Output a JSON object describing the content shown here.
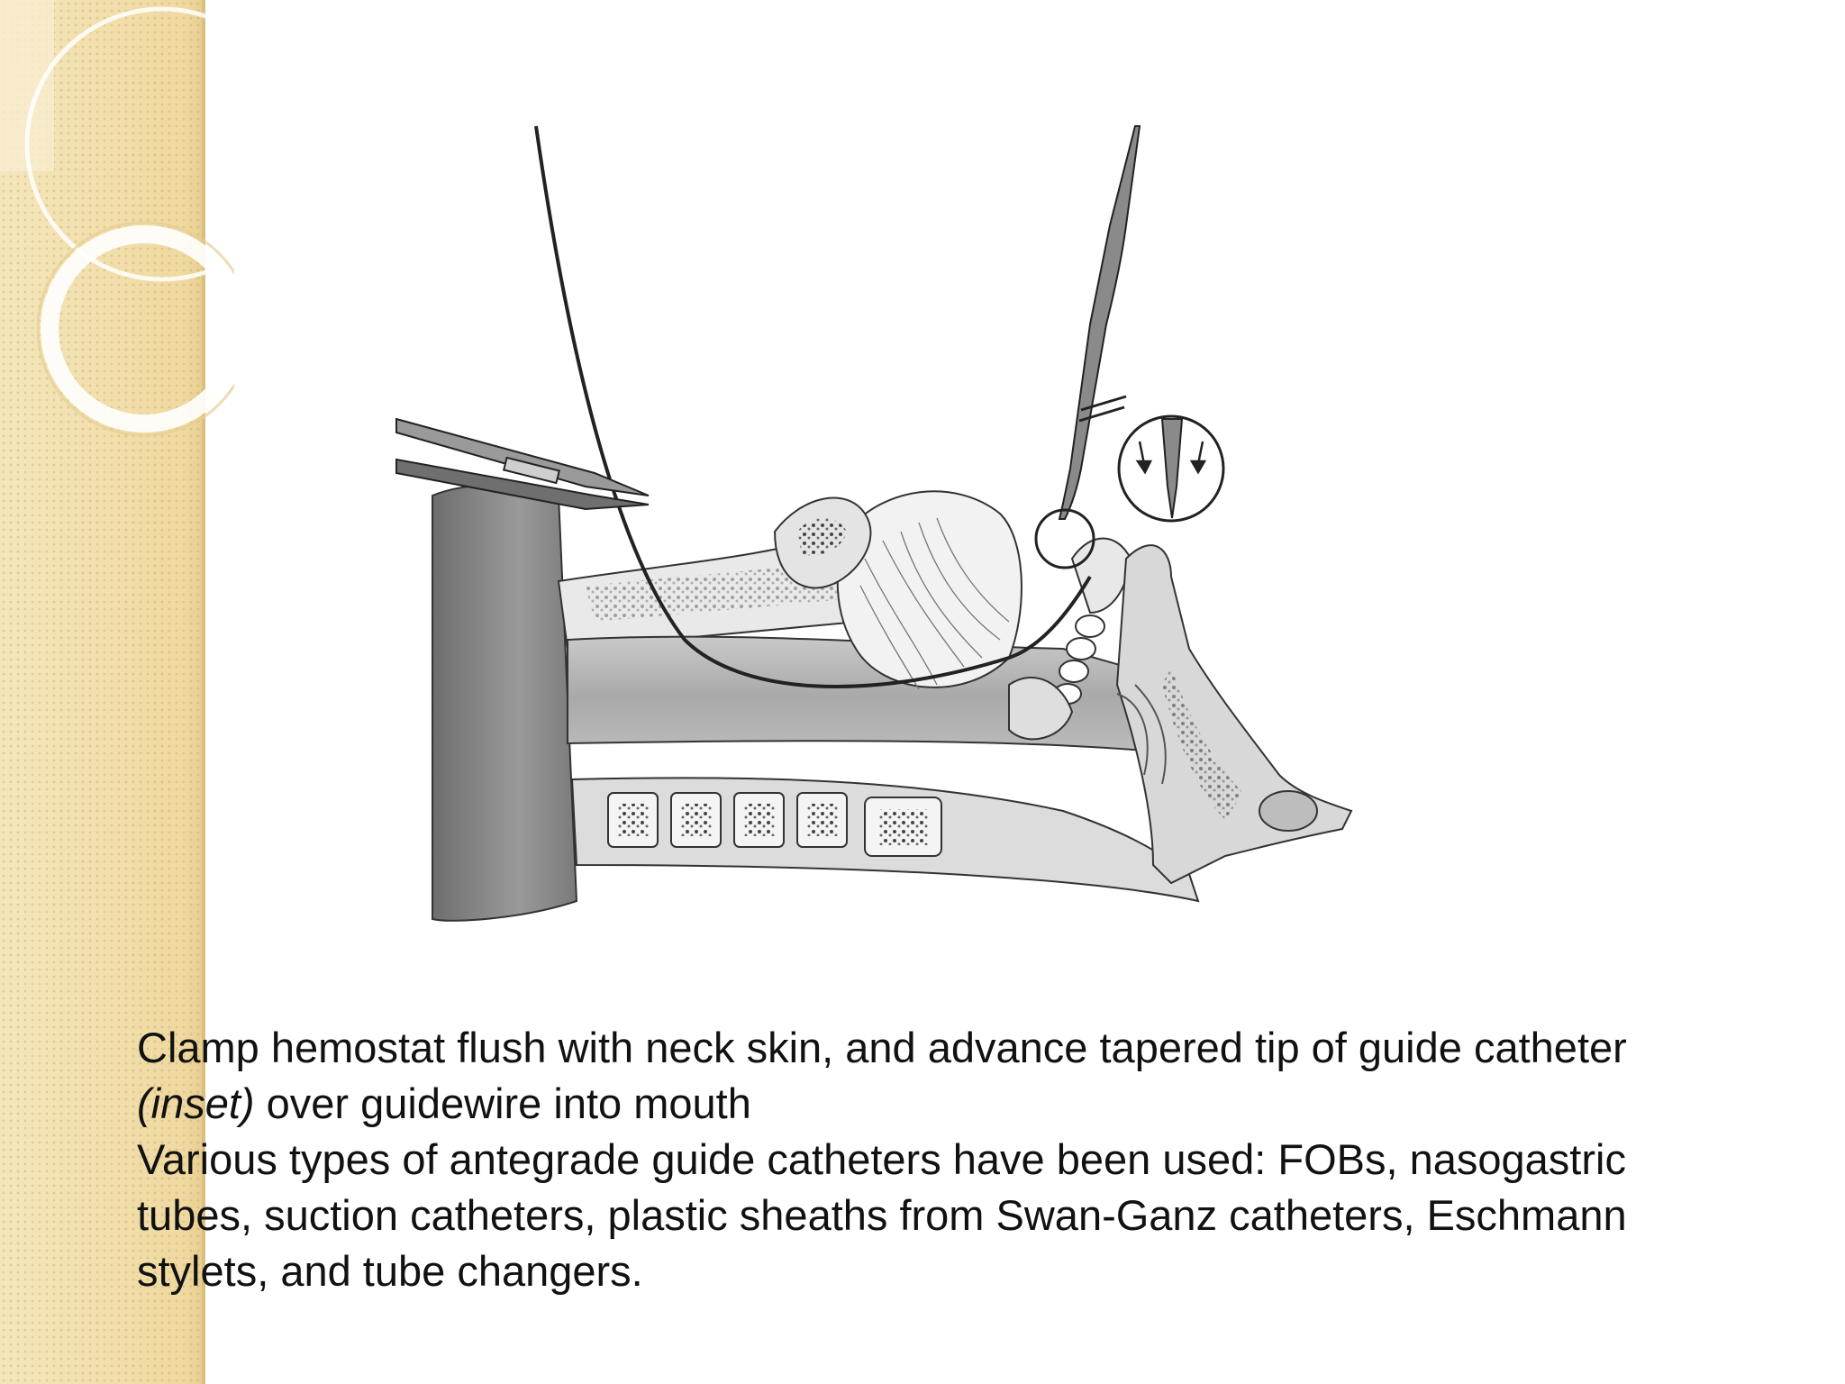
{
  "caption": {
    "line1": "Clamp hemostat flush with neck skin, and advance tapered tip of guide catheter ",
    "inset": "(inset)",
    "line1_tail": " over guidewire into mouth",
    "line2": "Various types of antegrade guide catheters have been used: FOBs, nasogastric tubes, suction catheters, plastic sheaths from Swan-Ganz catheters, Eschmann stylets, and tube changers."
  },
  "theme": {
    "band_color": "#f3e3b3",
    "ring_color": "#ffffff",
    "text_color": "#111111"
  }
}
